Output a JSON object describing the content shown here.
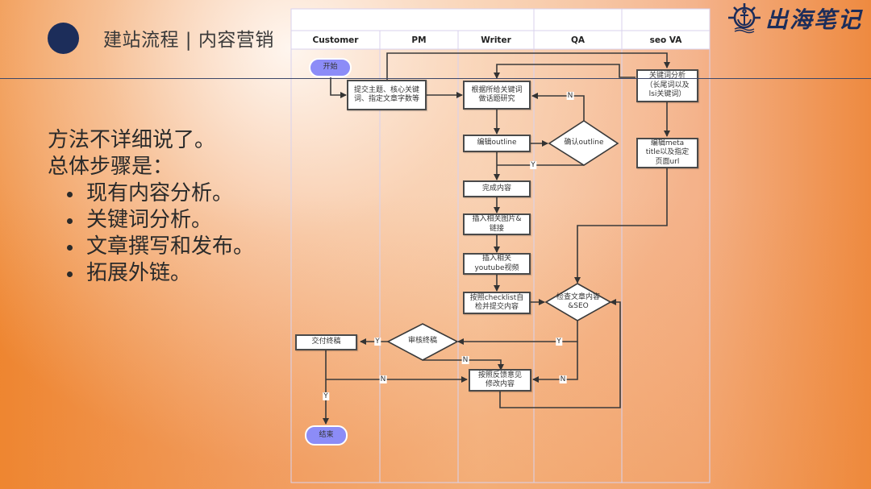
{
  "slide": {
    "title": "建站流程 | 内容营销",
    "logo_text": "出海笔记",
    "logo_icon": "ship-wheel-anchor-icon",
    "colors": {
      "accent_navy": "#1c2d5a",
      "bg_orange": "#ee8530",
      "terminal_fill": "#8c8cf7"
    },
    "body": {
      "intro": [
        "方法不详细说了。",
        "总体步骤是："
      ],
      "bullets": [
        "现有内容分析。",
        "关键词分析。",
        "文章撰写和发布。",
        "拓展外链。"
      ]
    }
  },
  "flowchart": {
    "lanes": [
      "Customer",
      "PM",
      "Writer",
      "QA",
      "seo VA"
    ],
    "nodes": {
      "start": "开始",
      "submit": "提交主题、核心关键词、指定文章字数等",
      "research": "根据所给关键词做话题研究",
      "keyword": "关键词分析（长尾词以及lsi关键词）",
      "outline": "编辑outline",
      "confirm": "确认outline",
      "meta": "编辑meta title以及指定页面url",
      "complete": "完成内容",
      "images": "插入相关图片&链接",
      "youtube": "插入相关youtube视频",
      "checklist": "按照checklist自检并提交内容",
      "check_seo": "检查文章内容&SEO",
      "review": "审核终稿",
      "deliver": "交付终稿",
      "revise": "按照反馈意见修改内容",
      "end": "结束"
    },
    "node_lines": {
      "submit": [
        "提交主题、核心关键",
        "词、指定文章字数等"
      ],
      "research": [
        "根据所给关键词",
        "做话题研究"
      ],
      "keyword": [
        "关键词分析",
        "（长尾词以及",
        "lsi关键词）"
      ],
      "meta": [
        "编辑meta",
        "title以及指定",
        "页面url"
      ],
      "images": [
        "插入相关图片&",
        "链接"
      ],
      "youtube": [
        "插入相关",
        "youtube视频"
      ],
      "checklist": [
        "按照checklist自",
        "检并提交内容"
      ],
      "check_seo": [
        "检查文章内容",
        "&SEO"
      ],
      "revise": [
        "按照反馈意见",
        "修改内容"
      ]
    },
    "edge_labels": {
      "confirm_no": "N",
      "confirm_yes": "Y",
      "check_yes": "Y",
      "check_no": "N",
      "review_yes": "Y",
      "review_no": "N",
      "deliver_no": "N",
      "deliver_yes": "Y"
    }
  }
}
